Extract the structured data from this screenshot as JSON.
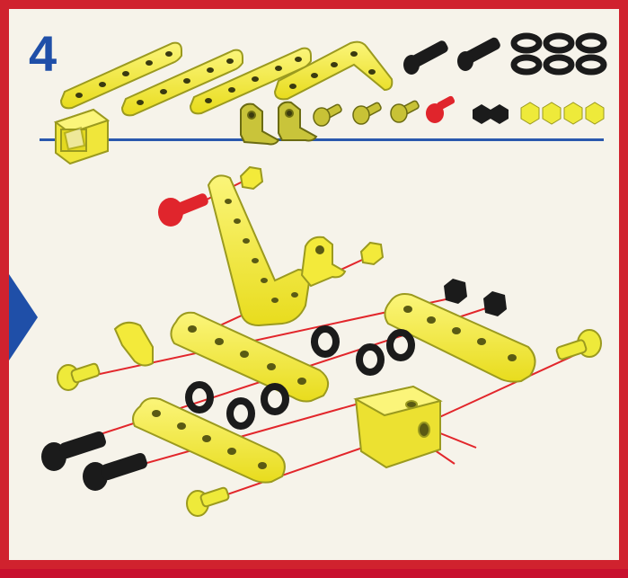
{
  "step": {
    "number": "4"
  },
  "colors": {
    "frame": "#d0222e",
    "background": "#f6f3ea",
    "step_blue": "#1f4fa8",
    "part_yellow": "#f3ea3a",
    "part_outline": "#9b9a1f",
    "washer_black": "#1b1b1b",
    "bolt_red": "#e0252c",
    "guide_line_red": "#e2262b"
  },
  "parts_list": {
    "strips": [
      "straight-strip",
      "straight-strip",
      "straight-strip",
      "l-strip"
    ],
    "bolts_long_black": 2,
    "washers_black": 6,
    "brackets": 2,
    "short_bolts_yellow": 3,
    "short_bolt_red": 1,
    "nuts_black": 2,
    "nuts_yellow": 4,
    "block": 1
  },
  "icons": [
    "bolt-icon",
    "washer-icon",
    "nut-icon",
    "bracket-icon",
    "strip-icon",
    "block-icon",
    "arrow-icon"
  ]
}
